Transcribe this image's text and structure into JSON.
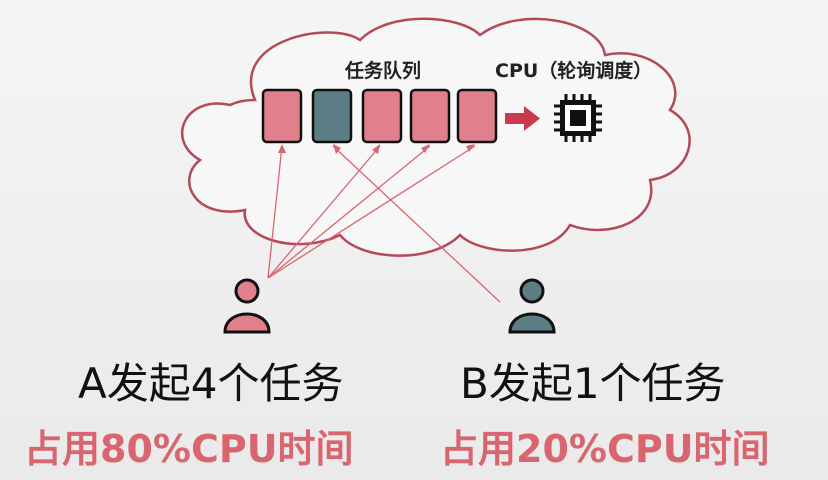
{
  "queue": {
    "label": "任务队列",
    "tasks": [
      {
        "owner": "A",
        "color": "#e0808c"
      },
      {
        "owner": "B",
        "color": "#5c7d85"
      },
      {
        "owner": "A",
        "color": "#e0808c"
      },
      {
        "owner": "A",
        "color": "#e0808c"
      },
      {
        "owner": "A",
        "color": "#e0808c"
      }
    ]
  },
  "cpu": {
    "label": "CPU（轮询调度）",
    "icon": "cpu-chip-icon"
  },
  "users": {
    "a": {
      "title": "A发起4个任务",
      "usage": "占用80%CPU时间",
      "icon": "person-icon",
      "color": "#e0808c"
    },
    "b": {
      "title": "B发起1个任务",
      "usage": "占用20%CPU时间",
      "icon": "person-icon",
      "color": "#5c7d85"
    }
  },
  "colors": {
    "cloud_outline": "#b24a5a",
    "arrow": "#c83a4c",
    "accent_text": "#d9656f"
  }
}
